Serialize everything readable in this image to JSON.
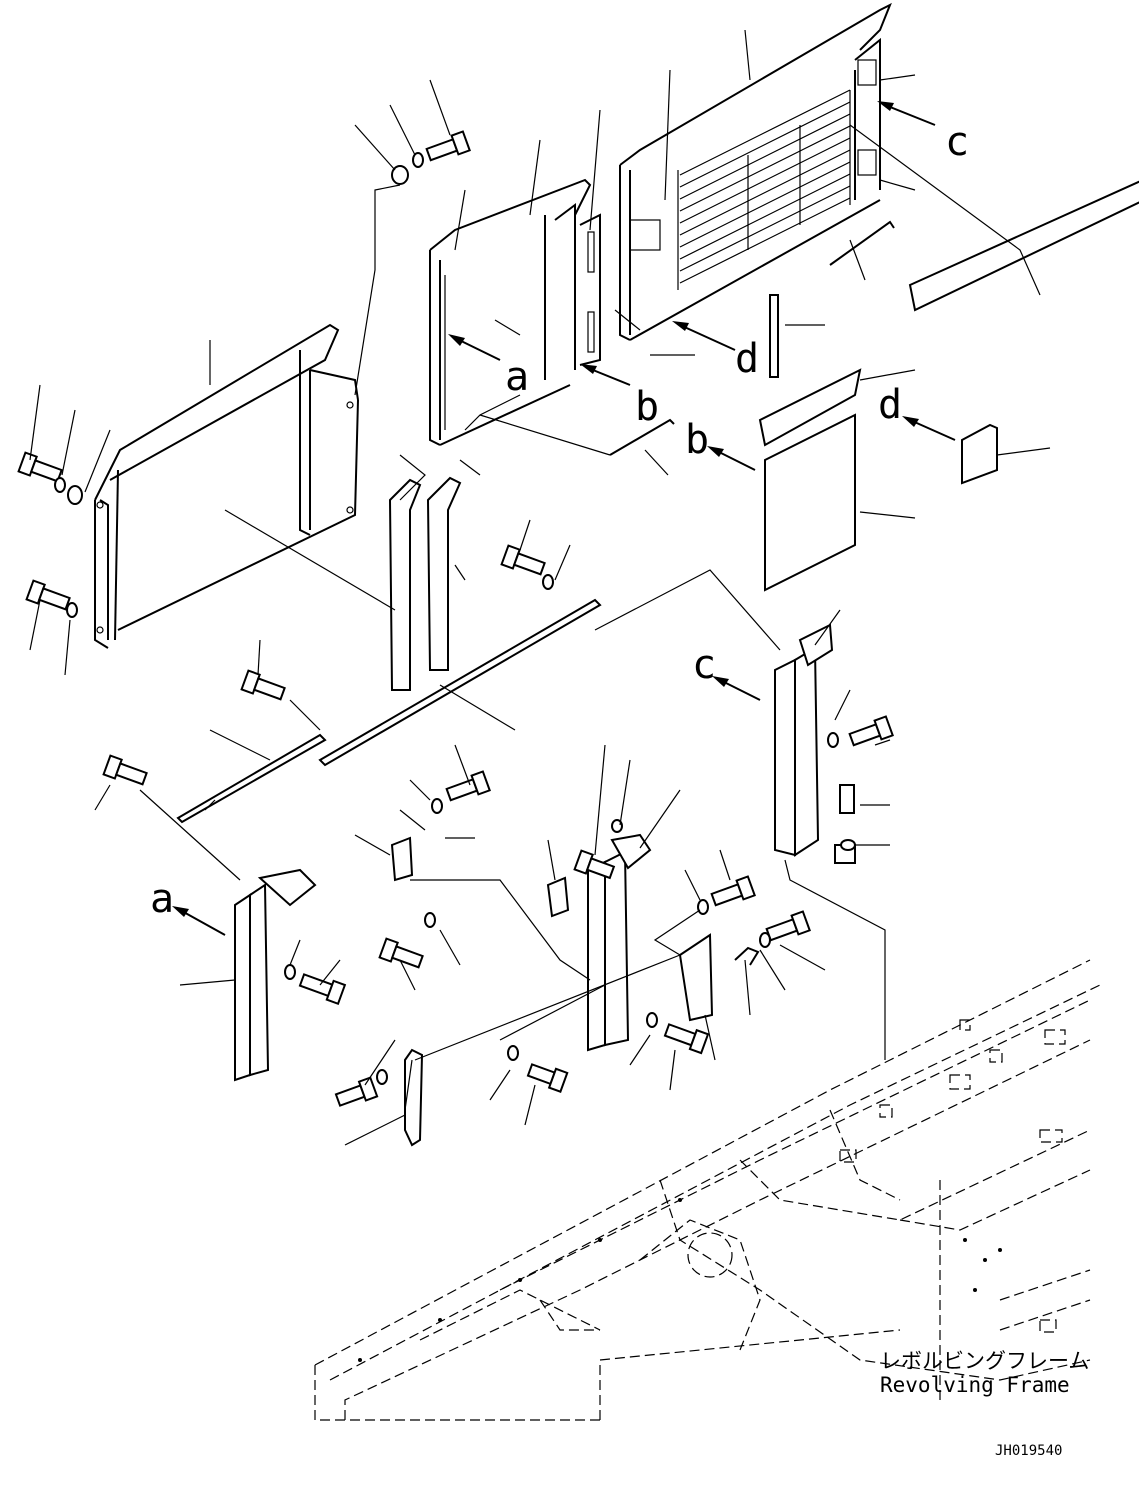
{
  "figure": {
    "callouts": {
      "a": "a",
      "b": "b",
      "c": "c",
      "d": "d"
    },
    "frame_label_jp": "レボルビングフレーム",
    "frame_label_en": "Revolving Frame",
    "drawing_number": "JH019540"
  }
}
